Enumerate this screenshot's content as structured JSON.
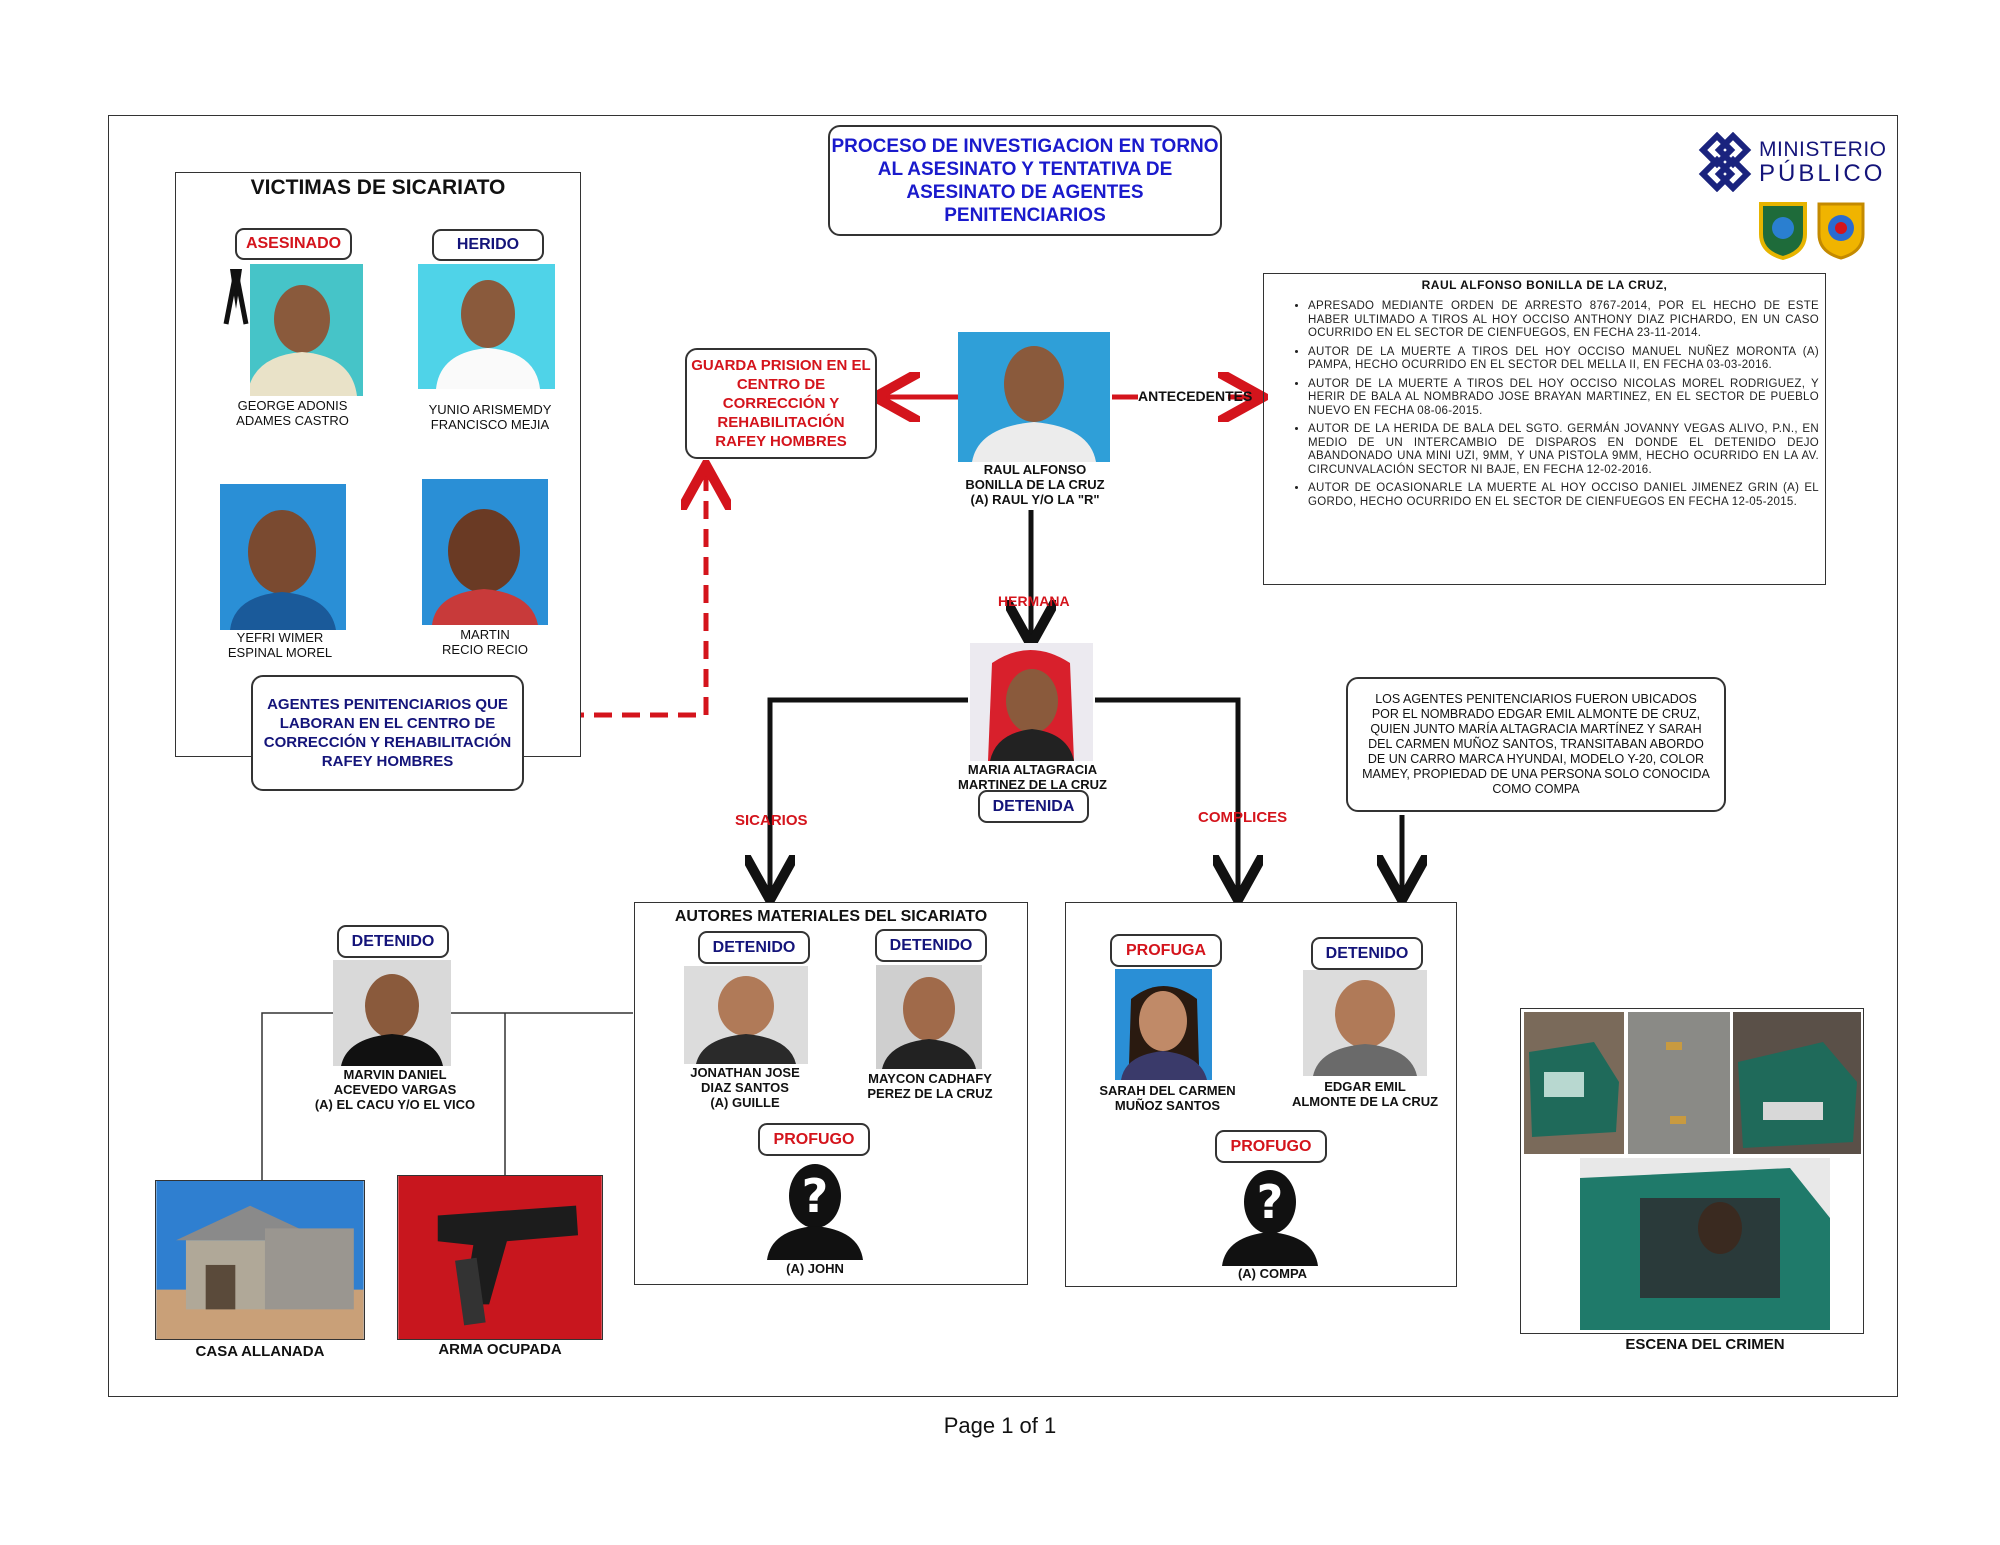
{
  "title": "PROCESO DE INVESTIGACION EN TORNO AL ASESINATO Y TENTATIVA DE ASESINATO DE AGENTES PENITENCIARIOS",
  "logo": {
    "line1": "MINISTERIO",
    "line2": "PÚBLICO"
  },
  "colors": {
    "red": "#d4141c",
    "navy": "#14147a",
    "blue": "#1a1acc"
  },
  "victims": {
    "heading": "VICTIMAS DE SICARIATO",
    "badge_killed": "ASESINADO",
    "badge_wounded": "HERIDO",
    "names": [
      {
        "l1": "GEORGE ADONIS",
        "l2": "ADAMES CASTRO"
      },
      {
        "l1": "YUNIO ARISMEMDY",
        "l2": "FRANCISCO MEJIA"
      },
      {
        "l1": "YEFRI WIMER",
        "l2": "ESPINAL MOREL"
      },
      {
        "l1": "MARTIN",
        "l2": "RECIO RECIO"
      }
    ],
    "agents_box": "AGENTES PENITENCIARIOS QUE LABORAN EN EL CENTRO DE CORRECCIÓN Y REHABILITACIÓN RAFEY HOMBRES"
  },
  "guard_box": "GUARDA PRISION EN EL CENTRO DE CORRECCIÓN Y REHABILITACIÓN RAFEY HOMBRES",
  "raul": {
    "l1": "RAUL ALFONSO",
    "l2": "BONILLA DE LA CRUZ",
    "l3": "(A) RAUL Y/O LA \"R\""
  },
  "antecedentes_label": "ANTECEDENTES",
  "antecedentes": {
    "heading": "RAUL ALFONSO BONILLA DE LA CRUZ,",
    "items": [
      "APRESADO MEDIANTE ORDEN DE ARRESTO 8767-2014, POR EL HECHO DE ESTE HABER ULTIMADO A TIROS AL HOY OCCISO ANTHONY DIAZ PICHARDO, EN UN CASO OCURRIDO EN EL SECTOR DE CIENFUEGOS, EN FECHA 23-11-2014.",
      "AUTOR DE LA MUERTE A TIROS DEL HOY OCCISO MANUEL NUÑEZ MORONTA (A) PAMPA, HECHO OCURRIDO EN EL SECTOR DEL MELLA II, EN FECHA 03-03-2016.",
      "AUTOR DE LA MUERTE A TIROS DEL HOY OCCISO NICOLAS MOREL RODRIGUEZ, Y HERIR DE BALA AL NOMBRADO JOSE BRAYAN MARTINEZ, EN EL SECTOR DE PUEBLO NUEVO EN FECHA 08-06-2015.",
      "AUTOR DE LA HERIDA DE BALA DEL SGTO. GERMÁN JOVANNY VEGAS ALIVO, P.N., EN MEDIO DE UN INTERCAMBIO DE DISPAROS EN DONDE EL DETENIDO DEJO ABANDONADO UNA MINI UZI, 9MM, Y UNA PISTOLA 9MM, HECHO OCURRIDO EN LA AV. CIRCUNVALACIÓN SECTOR NI BAJE, EN FECHA 12-02-2016.",
      "AUTOR DE OCASIONARLE LA MUERTE AL HOY OCCISO DANIEL JIMENEZ GRIN (A) EL GORDO, HECHO OCURRIDO EN EL SECTOR DE CIENFUEGOS EN FECHA 12-05-2015."
    ]
  },
  "hermana_label": "HERMANA",
  "maria": {
    "l1": "MARIA ALTAGRACIA",
    "l2": "MARTINEZ DE LA CRUZ",
    "badge": "DETENIDA"
  },
  "sicarios_label": "SICARIOS",
  "complices_label": "COMPLICES",
  "note": "LOS AGENTES PENITENCIARIOS FUERON UBICADOS POR EL NOMBRADO EDGAR EMIL ALMONTE DE CRUZ, QUIEN JUNTO MARÍA ALTAGRACIA MARTÍNEZ Y SARAH DEL CARMEN MUÑOZ SANTOS, TRANSITABAN ABORDO DE UN CARRO MARCA HYUNDAI, MODELO Y-20, COLOR MAMEY, PROPIEDAD DE UNA PERSONA SOLO CONOCIDA COMO COMPA",
  "marvin": {
    "badge": "DETENIDO",
    "l1": "MARVIN DANIEL",
    "l2": "ACEVEDO VARGAS",
    "l3": "(A) EL CACU Y/O EL VICO"
  },
  "casa_label": "CASA ALLANADA",
  "arma_label": "ARMA OCUPADA",
  "autores": {
    "heading": "AUTORES MATERIALES DEL SICARIATO",
    "p1": {
      "badge": "DETENIDO",
      "l1": "JONATHAN JOSE",
      "l2": "DIAZ SANTOS",
      "l3": "(A) GUILLE"
    },
    "p2": {
      "badge": "DETENIDO",
      "l1": "MAYCON CADHAFY",
      "l2": "PEREZ DE LA CRUZ"
    },
    "p3": {
      "badge": "PROFUGO",
      "l1": "(A) JOHN"
    }
  },
  "complices": {
    "p1": {
      "badge": "PROFUGA",
      "l1": "SARAH DEL CARMEN",
      "l2": "MUÑOZ SANTOS"
    },
    "p2": {
      "badge": "DETENIDO",
      "l1": "EDGAR EMIL",
      "l2": "ALMONTE DE LA CRUZ"
    },
    "p3": {
      "badge": "PROFUGO",
      "l1": "(A) COMPA"
    }
  },
  "escena_label": "ESCENA DEL CRIMEN",
  "page": "Page 1 of 1"
}
